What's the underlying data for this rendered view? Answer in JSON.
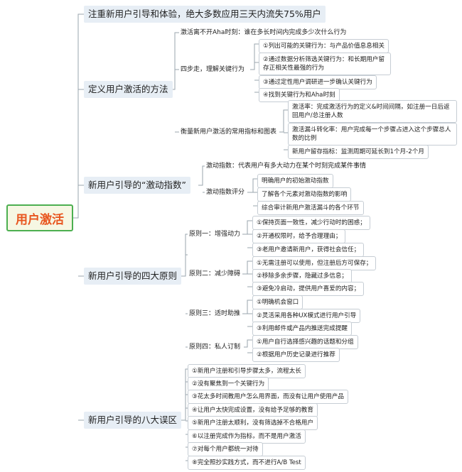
{
  "root": "用户激活",
  "colors": {
    "line": "#9aa4ae",
    "root_border": "#4caf50",
    "root_text": "#e8561f",
    "l1_bg": "#e7eef5"
  },
  "branches": {
    "b0": "注重新用户引导和体验，绝大多数应用三天内流失75%用户",
    "b1": {
      "label": "定义用户激活的方法",
      "c0": "激活离不开Aha时刻：谁在多长时间内完成多少次什么行为",
      "c1": {
        "label": "四步走，理解关键行为",
        "items": [
          "①列出可能的关键行为：与产品价值息息相关",
          "②通过数据分析筛选关键行为：和长期用户留存正相关性最强的行为",
          "③通过定性用户调研进一步确认关键行为",
          "④找到关键行为和Aha时刻"
        ]
      },
      "c2": {
        "label": "衡量新用户激活的常用指标和图表",
        "items": [
          "激活率：完成激活行为的定义&时间间隔，如注册一日后返回用户/总注册人数",
          "激活漏斗转化率：用户完成每一个步骤占进入这个步骤总人数的比例",
          "新用户留存指标：监测周期可延长到1个月-2个月"
        ]
      }
    },
    "b2": {
      "label": "新用户引导的“激动指数”",
      "c0": "激动指数：代表用户有多大动力在某个时刻完成某件事情",
      "c1": {
        "label": "激动指数评分",
        "items": [
          "明确用户的初始激动指数",
          "了解各个元素对激动指数的影响",
          "综合审计新用户激活漏斗的各个环节"
        ]
      }
    },
    "b3": {
      "label": "新用户引导的四大原则",
      "p1": {
        "label": "原则一：增强动力",
        "items": [
          "①保持页面一致性，减少行动时的困惑；",
          "②开通权限时，给予合理理由；",
          "③老用户邀请新用户，获得社会信任；"
        ]
      },
      "p2": {
        "label": "原则二：减少障碍",
        "items": [
          "①无需注册可以使用，但注册后方可保存；",
          "②移除多余步骤，隐藏过多信息；",
          "③避免冷启动，提供用户喜爱的内容；"
        ]
      },
      "p3": {
        "label": "原则三：适时助推",
        "items": [
          "①明确机会窗口",
          "②灵活采用各种UX模式进行用户引导",
          "③利用邮件或产品内推送完成提醒"
        ]
      },
      "p4": {
        "label": "原则四：私人订制",
        "items": [
          "①用户自行选择感兴趣的话题和分组",
          "②根据用户历史记录进行推荐"
        ]
      }
    },
    "b4": {
      "label": "新用户引导的八大误区",
      "items": [
        "①新用户注册和引导步骤太多，流程太长",
        "②没有聚焦到一个关键行为",
        "③花太多时间教用户怎么用界面，而没有让用户使用产品",
        "④让用户太快完成设置，没有给予足够的教育",
        "⑤新用户注册太顺利，没有筛选掉不合格用户",
        "⑥以注册完成作为指标，而不是用户激活",
        "⑦对每个用户都统一对待",
        "⑧完全照抄实践方式，而不进行A/B Test"
      ]
    }
  }
}
